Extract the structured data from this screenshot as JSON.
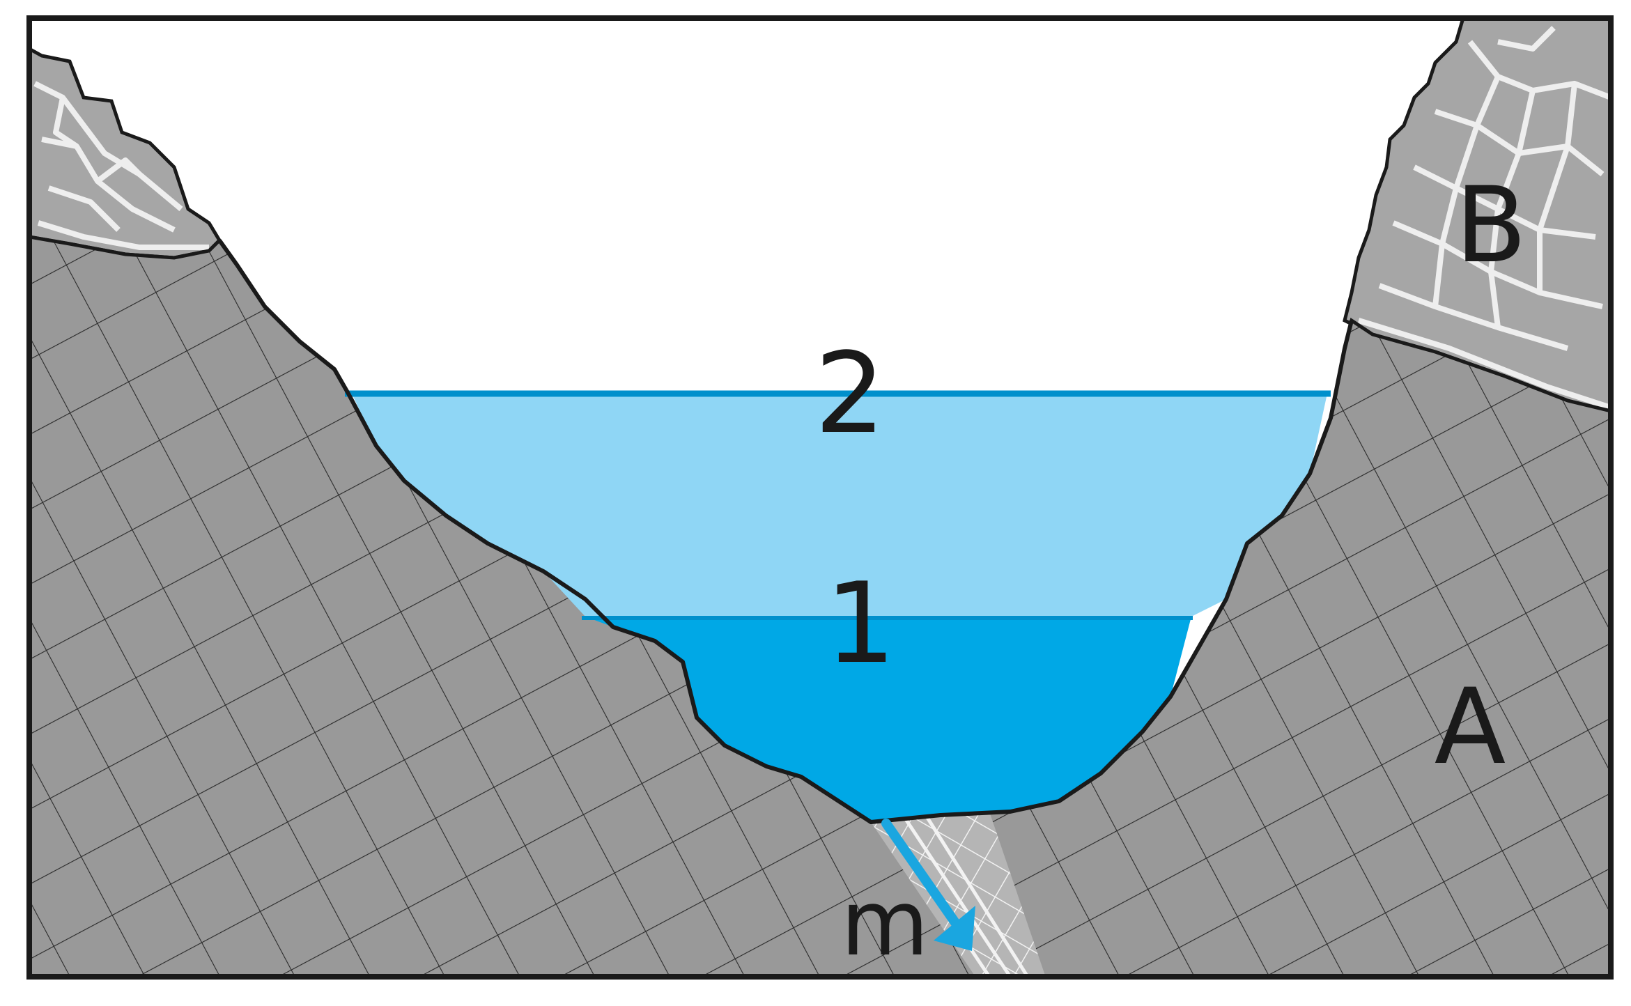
{
  "labels": {
    "water_level_2": "2",
    "water_level_1": "1",
    "rock_a": "A",
    "rock_b": "B",
    "seepage": "m"
  },
  "colors": {
    "rock_gray": "#999999",
    "rock_b_gray": "#a6a6a6",
    "fracture_dark": "#2a2a2a",
    "fracture_light": "#eeeeee",
    "upper_water": "#8fd6f5",
    "lower_water": "#00a8e6",
    "water_line": "#0090cc",
    "arrow": "#1aa6e0",
    "outline": "#1a1a1a",
    "background": "#ffffff"
  }
}
